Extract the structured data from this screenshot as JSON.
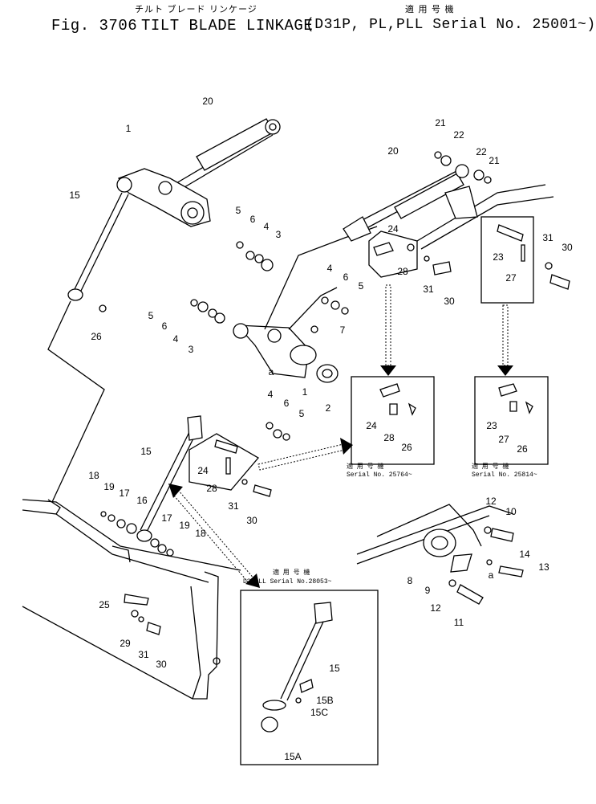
{
  "header": {
    "fig": "Fig. 3706",
    "title": "TILT BLADE LINKAGE",
    "applicable": "(D31P, PL,PLL Serial No. 25001~)",
    "jp_title": "チルト ブレード リンケージ",
    "jp_applicable": "適 用 号 機"
  },
  "parts": [
    {
      "label": "20",
      "k": "p1"
    },
    {
      "label": "1",
      "k": "p2"
    },
    {
      "label": "15",
      "k": "p3"
    },
    {
      "label": "26",
      "k": "p4"
    },
    {
      "label": "5",
      "k": "p5"
    },
    {
      "label": "6",
      "k": "p6"
    },
    {
      "label": "4",
      "k": "p7"
    },
    {
      "label": "3",
      "k": "p8"
    },
    {
      "label": "5",
      "k": "p9"
    },
    {
      "label": "6",
      "k": "p10"
    },
    {
      "label": "4",
      "k": "p11"
    },
    {
      "label": "3",
      "k": "p12"
    },
    {
      "label": "4",
      "k": "p13"
    },
    {
      "label": "6",
      "k": "p14"
    },
    {
      "label": "5",
      "k": "p15"
    },
    {
      "label": "7",
      "k": "p16"
    },
    {
      "label": "a",
      "k": "p17"
    },
    {
      "label": "1",
      "k": "p18"
    },
    {
      "label": "2",
      "k": "p19"
    },
    {
      "label": "4",
      "k": "p20"
    },
    {
      "label": "6",
      "k": "p21"
    },
    {
      "label": "5",
      "k": "p22"
    },
    {
      "label": "21",
      "k": "p23"
    },
    {
      "label": "22",
      "k": "p24"
    },
    {
      "label": "20",
      "k": "p25"
    },
    {
      "label": "22",
      "k": "p26"
    },
    {
      "label": "21",
      "k": "p27"
    },
    {
      "label": "24",
      "k": "p28"
    },
    {
      "label": "28",
      "k": "p29"
    },
    {
      "label": "31",
      "k": "p30"
    },
    {
      "label": "30",
      "k": "p31"
    },
    {
      "label": "23",
      "k": "p32"
    },
    {
      "label": "31",
      "k": "p33"
    },
    {
      "label": "30",
      "k": "p34"
    },
    {
      "label": "27",
      "k": "p35"
    },
    {
      "label": "24",
      "k": "p36"
    },
    {
      "label": "28",
      "k": "p37"
    },
    {
      "label": "26",
      "k": "p38"
    },
    {
      "label": "23",
      "k": "p39"
    },
    {
      "label": "27",
      "k": "p40"
    },
    {
      "label": "26",
      "k": "p41"
    },
    {
      "label": "15",
      "k": "p42"
    },
    {
      "label": "24",
      "k": "p43"
    },
    {
      "label": "28",
      "k": "p44"
    },
    {
      "label": "31",
      "k": "p45"
    },
    {
      "label": "30",
      "k": "p46"
    },
    {
      "label": "18",
      "k": "p47"
    },
    {
      "label": "19",
      "k": "p48"
    },
    {
      "label": "17",
      "k": "p49"
    },
    {
      "label": "16",
      "k": "p50"
    },
    {
      "label": "17",
      "k": "p51"
    },
    {
      "label": "19",
      "k": "p52"
    },
    {
      "label": "18",
      "k": "p53"
    },
    {
      "label": "25",
      "k": "p54"
    },
    {
      "label": "29",
      "k": "p55"
    },
    {
      "label": "31",
      "k": "p56"
    },
    {
      "label": "30",
      "k": "p57"
    },
    {
      "label": "12",
      "k": "p58"
    },
    {
      "label": "10",
      "k": "p59"
    },
    {
      "label": "14",
      "k": "p60"
    },
    {
      "label": "13",
      "k": "p61"
    },
    {
      "label": "a",
      "k": "p62"
    },
    {
      "label": "8",
      "k": "p63"
    },
    {
      "label": "9",
      "k": "p64"
    },
    {
      "label": "12",
      "k": "p65"
    },
    {
      "label": "11",
      "k": "p66"
    },
    {
      "label": "15",
      "k": "p67"
    },
    {
      "label": "15B",
      "k": "p68"
    },
    {
      "label": "15C",
      "k": "p69"
    },
    {
      "label": "15A",
      "k": "p70"
    }
  ],
  "insets": {
    "a": {
      "jp": "適 用 号 機",
      "serial": "Serial No. 25764~"
    },
    "b": {
      "jp": "適 用 号 機",
      "serial": "Serial No. 25814~"
    },
    "c": {
      "jp": "適 用 号 機",
      "serial": "D31PLL Serial No.28053~"
    }
  }
}
